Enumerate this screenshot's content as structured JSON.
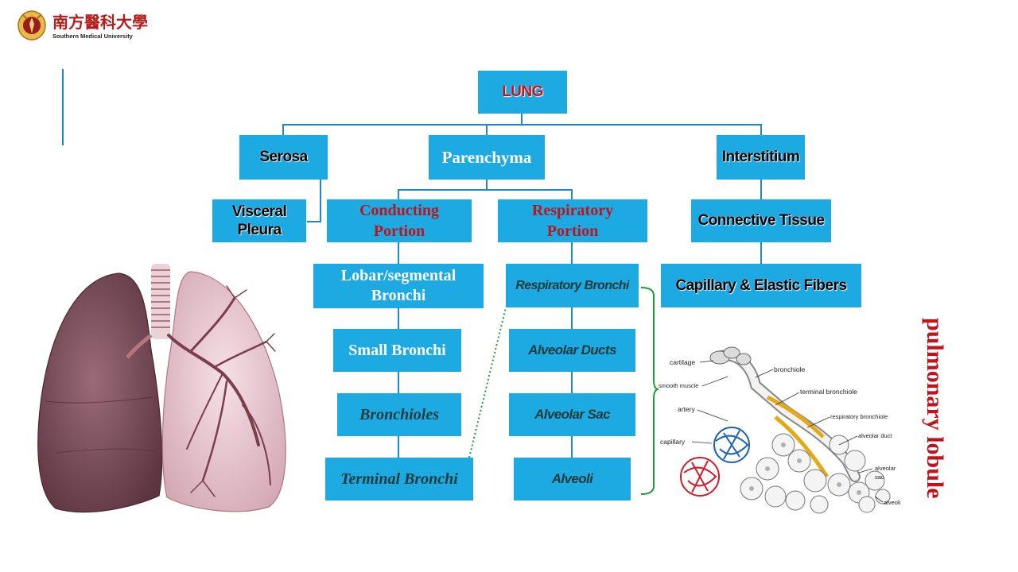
{
  "logo": {
    "chinese_name": "南方醫科大學",
    "english_name": "Southern Medical University"
  },
  "root": {
    "label": "LUNG"
  },
  "level1": {
    "serosa": "Serosa",
    "parenchyma": "Parenchyma",
    "interstitium": "Interstitium"
  },
  "serosa_child": {
    "line1": "Visceral",
    "line2": "Pleura"
  },
  "conducting": {
    "line1": "Conducting",
    "line2": "Portion"
  },
  "respiratory": {
    "line1": "Respiratory",
    "line2": "Portion"
  },
  "interstitium_child": "Connective Tissue",
  "interstitium_grandchild": "Capillary & Elastic Fibers",
  "conducting_chain": {
    "lobar_line1": "Lobar/segmental",
    "lobar_line2": "Bronchi",
    "small": "Small Bronchi",
    "bronchioles": "Bronchioles",
    "terminal": "Terminal Bronchi"
  },
  "respiratory_chain": {
    "resp_bronchi": "Respiratory Bronchi",
    "ducts": "Alveolar Ducts",
    "sac": "Alveolar Sac",
    "alveoli": "Alveoli"
  },
  "side_label": "pulmonary lobule",
  "lobule_labels": {
    "cartilage": "cartilage",
    "smooth_muscle": "smooth muscle",
    "artery": "artery",
    "capillary": "capillary",
    "bronchiole": "bronchiole",
    "terminal_bronchiole": "terminal bronchiole",
    "respiratory_bronchiole": "respiratory bronchiole",
    "alveolar_duct": "alveolar duct",
    "alveolar_sac_1": "alveolar",
    "alveolar_sac_2": "sac",
    "alveoli": "alveoli"
  },
  "colors": {
    "box": "#1da9e1",
    "connector": "#1f89c4",
    "title_red": "#c0141c",
    "bracket_green": "#1e9e3a"
  }
}
